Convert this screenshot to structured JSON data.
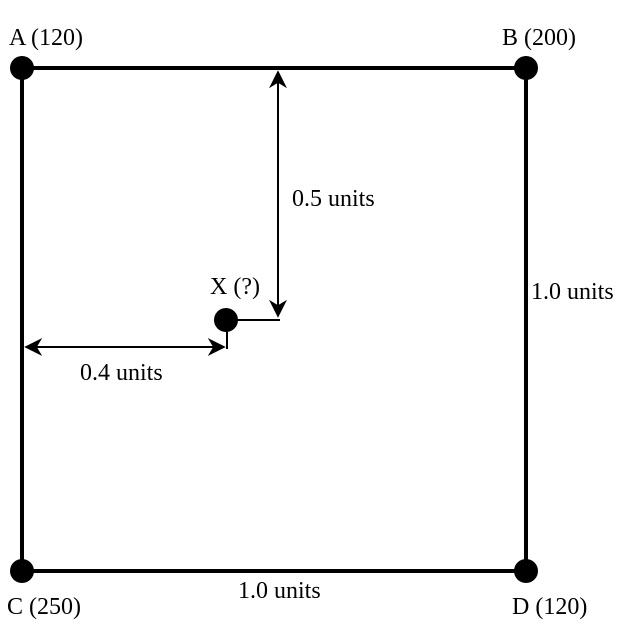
{
  "corners": {
    "a": {
      "label": "A (120)"
    },
    "b": {
      "label": "B (200)"
    },
    "c": {
      "label": "C (250)"
    },
    "d": {
      "label": "D (120)"
    }
  },
  "interior_point": {
    "label": "X (?)"
  },
  "dimensions": {
    "vertical_offset": "0.5 units",
    "horizontal_offset": "0.4 units",
    "side_height": "1.0 units",
    "side_width": "1.0 units"
  },
  "colors": {
    "stroke": "#000000",
    "background": "#ffffff"
  }
}
